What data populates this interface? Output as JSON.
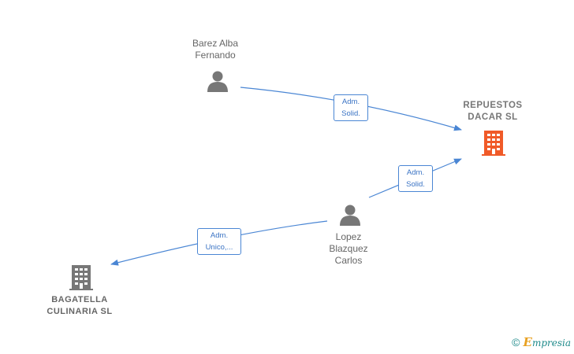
{
  "nodes": {
    "barez": {
      "label": "Barez Alba\nFernando",
      "kind": "person",
      "icon": "person-icon"
    },
    "lopez": {
      "label": "Lopez\nBlazquez\nCarlos",
      "kind": "person",
      "icon": "person-icon"
    },
    "repuestos": {
      "label": "REPUESTOS\nDACAR  SL",
      "kind": "company",
      "icon": "building-icon",
      "color": "#f05a28"
    },
    "bagatella": {
      "label": "BAGATELLA\nCULINARIA SL",
      "kind": "company",
      "icon": "building-icon",
      "color": "#777777"
    }
  },
  "edges": [
    {
      "from": "barez",
      "to": "repuestos",
      "label": "Adm.\nSolid."
    },
    {
      "from": "lopez",
      "to": "repuestos",
      "label": "Adm.\nSolid."
    },
    {
      "from": "lopez",
      "to": "bagatella",
      "label": "Adm.\nUnico,..."
    }
  ],
  "colors": {
    "edge": "#4a86d4",
    "person": "#777777",
    "company_main": "#f05a28",
    "company_other": "#777777"
  },
  "footer": {
    "copyright": "©",
    "brand_e": "E",
    "brand_rest": "mpresia"
  }
}
